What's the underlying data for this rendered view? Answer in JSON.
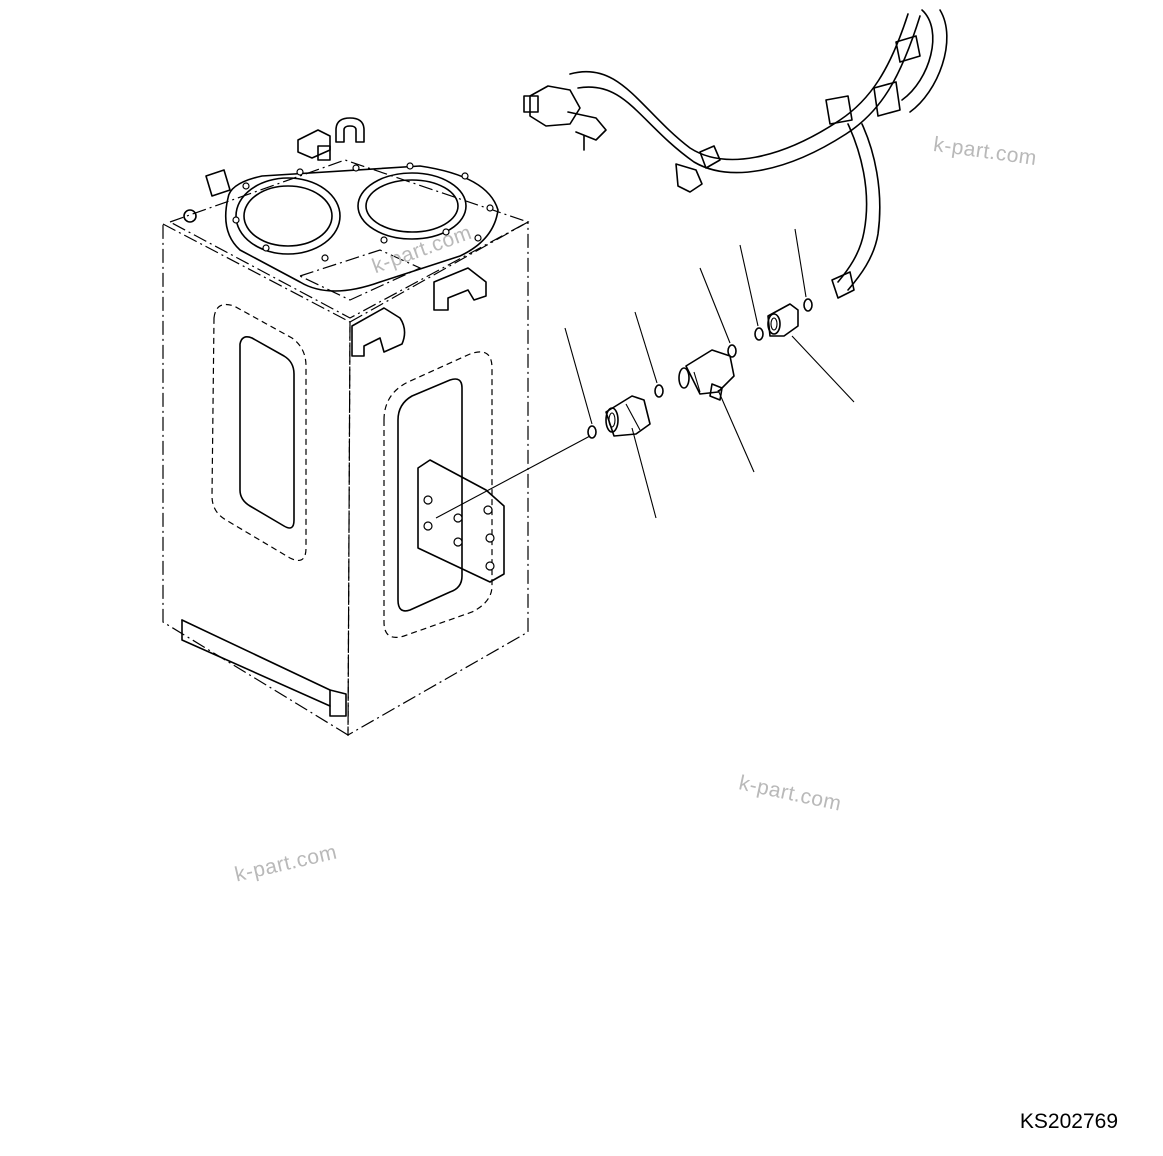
{
  "diagram": {
    "drawing_code": "KS202769",
    "watermarks": [
      "k-part.com",
      "k-part.com",
      "k-part.com",
      "k-part.com"
    ],
    "colors": {
      "line": "#000000",
      "watermark": "#b9b9b9",
      "background": "#ffffff"
    }
  }
}
